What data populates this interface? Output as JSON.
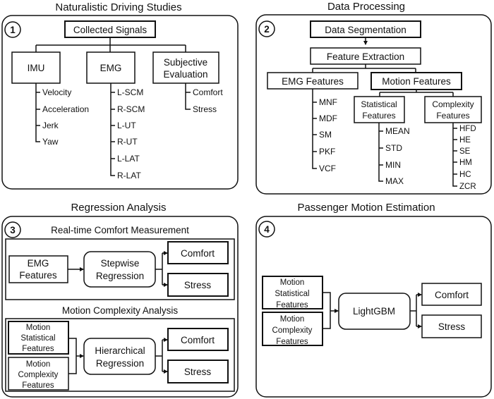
{
  "panel1": {
    "title": "Naturalistic Driving Studies",
    "number": "1",
    "root": "Collected Signals",
    "imu": {
      "label": "IMU",
      "items": [
        "Velocity",
        "Acceleration",
        "Jerk",
        "Yaw"
      ]
    },
    "emg": {
      "label": "EMG",
      "items": [
        "L-SCM",
        "R-SCM",
        "L-UT",
        "R-UT",
        "L-LAT",
        "R-LAT"
      ]
    },
    "subjective": {
      "label_line1": "Subjective",
      "label_line2": "Evaluation",
      "items": [
        "Comfort",
        "Stress"
      ]
    }
  },
  "panel2": {
    "title": "Data Processing",
    "number": "2",
    "segmentation": "Data Segmentation",
    "extraction": "Feature Extraction",
    "emg_features": {
      "label": "EMG Features",
      "items": [
        "MNF",
        "MDF",
        "SM",
        "PKF",
        "VCF"
      ]
    },
    "motion_features": "Motion Features",
    "statistical": {
      "label_line1": "Statistical",
      "label_line2": "Features",
      "items": [
        "MEAN",
        "STD",
        "MIN",
        "MAX"
      ]
    },
    "complexity": {
      "label_line1": "Complexity",
      "label_line2": "Features",
      "items": [
        "HFD",
        "HE",
        "SE",
        "HM",
        "HC",
        "ZCR"
      ]
    }
  },
  "panel3": {
    "title": "Regression Analysis",
    "number": "3",
    "realtime": {
      "heading": "Real-time Comfort Measurement",
      "input_line1": "EMG",
      "input_line2": "Features",
      "model_line1": "Stepwise",
      "model_line2": "Regression",
      "out1": "Comfort",
      "out2": "Stress"
    },
    "complexity": {
      "heading": "Motion Complexity Analysis",
      "input1": [
        "Motion",
        "Statistical",
        "Features"
      ],
      "input2": [
        "Motion",
        "Complexity",
        "Features"
      ],
      "model_line1": "Hierarchical",
      "model_line2": "Regression",
      "out1": "Comfort",
      "out2": "Stress"
    }
  },
  "panel4": {
    "title": "Passenger Motion Estimation",
    "number": "4",
    "input1": [
      "Motion",
      "Statistical",
      "Features"
    ],
    "input2": [
      "Motion",
      "Complexity",
      "Features"
    ],
    "model": "LightGBM",
    "out1": "Comfort",
    "out2": "Stress"
  }
}
